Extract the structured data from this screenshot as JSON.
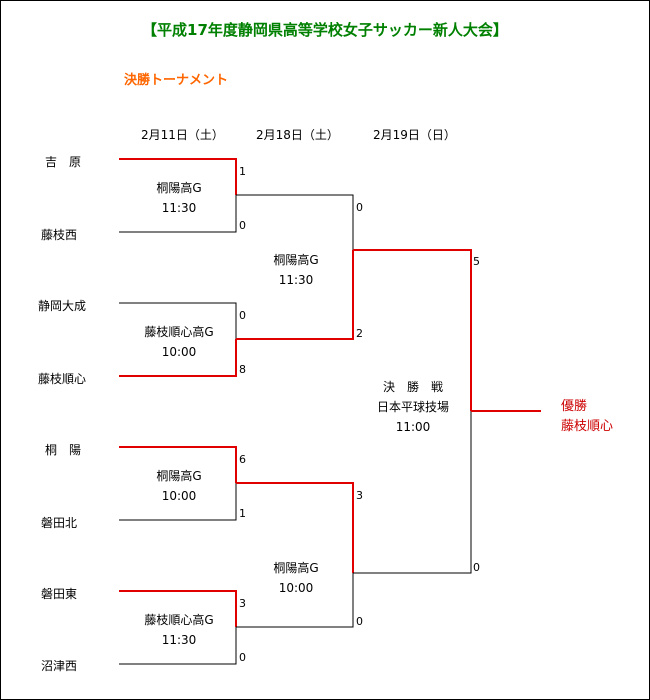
{
  "title": "【平成17年度静岡県高等学校女子サッカー新人大会】",
  "subtitle": "決勝トーナメント",
  "dates": [
    "2月11日（土）",
    "2月18日（土）",
    "2月19日（日）"
  ],
  "teams": [
    "吉　原",
    "藤枝西",
    "静岡大成",
    "藤枝順心",
    "桐　陽",
    "磐田北",
    "磐田東",
    "沼津西"
  ],
  "round1": [
    {
      "venue": "桐陽高G",
      "time": "11:30",
      "scores": [
        "1",
        "0"
      ]
    },
    {
      "venue": "藤枝順心高G",
      "time": "10:00",
      "scores": [
        "0",
        "8"
      ]
    },
    {
      "venue": "桐陽高G",
      "time": "10:00",
      "scores": [
        "6",
        "1"
      ]
    },
    {
      "venue": "藤枝順心高G",
      "time": "11:30",
      "scores": [
        "3",
        "0"
      ]
    }
  ],
  "round2": [
    {
      "venue": "桐陽高G",
      "time": "11:30",
      "scores": [
        "0",
        "2"
      ]
    },
    {
      "venue": "桐陽高G",
      "time": "10:00",
      "scores": [
        "3",
        "0"
      ]
    }
  ],
  "final": {
    "label": "決　勝　戦",
    "venue": "日本平球技場",
    "time": "11:00",
    "scores": [
      "5",
      "0"
    ]
  },
  "champion": {
    "label": "優勝",
    "team": "藤枝順心"
  },
  "colors": {
    "winner": "#e00000",
    "line": "#000000",
    "title": "#008000",
    "subtitle": "#ff6600"
  }
}
